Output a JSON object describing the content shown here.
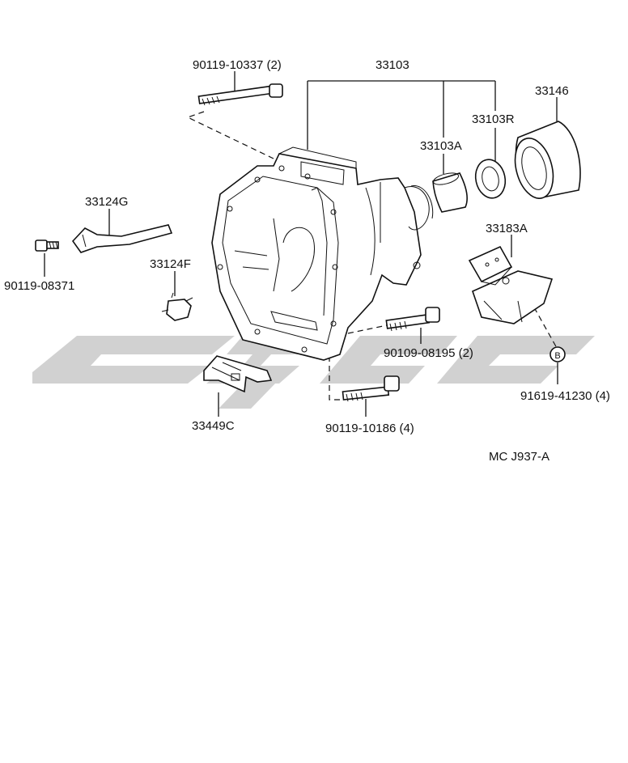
{
  "labels": {
    "screw_top": "90119-10337 (2)",
    "housing": "33103",
    "bearing_r": "33103R",
    "bearing_a": "33103A",
    "cover": "33146",
    "lever": "33124G",
    "bolt_left": "90119-08371",
    "clip_f": "33124F",
    "bracket": "33183A",
    "bolt_mid": "90109-08195 (2)",
    "bolt_b": "91619-41230 (4)",
    "bolt_low": "90119-10186 (4)",
    "retainer": "33449C",
    "code": "MC J937-A"
  },
  "markers": {
    "b_symbol": "B"
  },
  "colors": {
    "ink": "#111111",
    "watermark": "#c9c9c9"
  }
}
